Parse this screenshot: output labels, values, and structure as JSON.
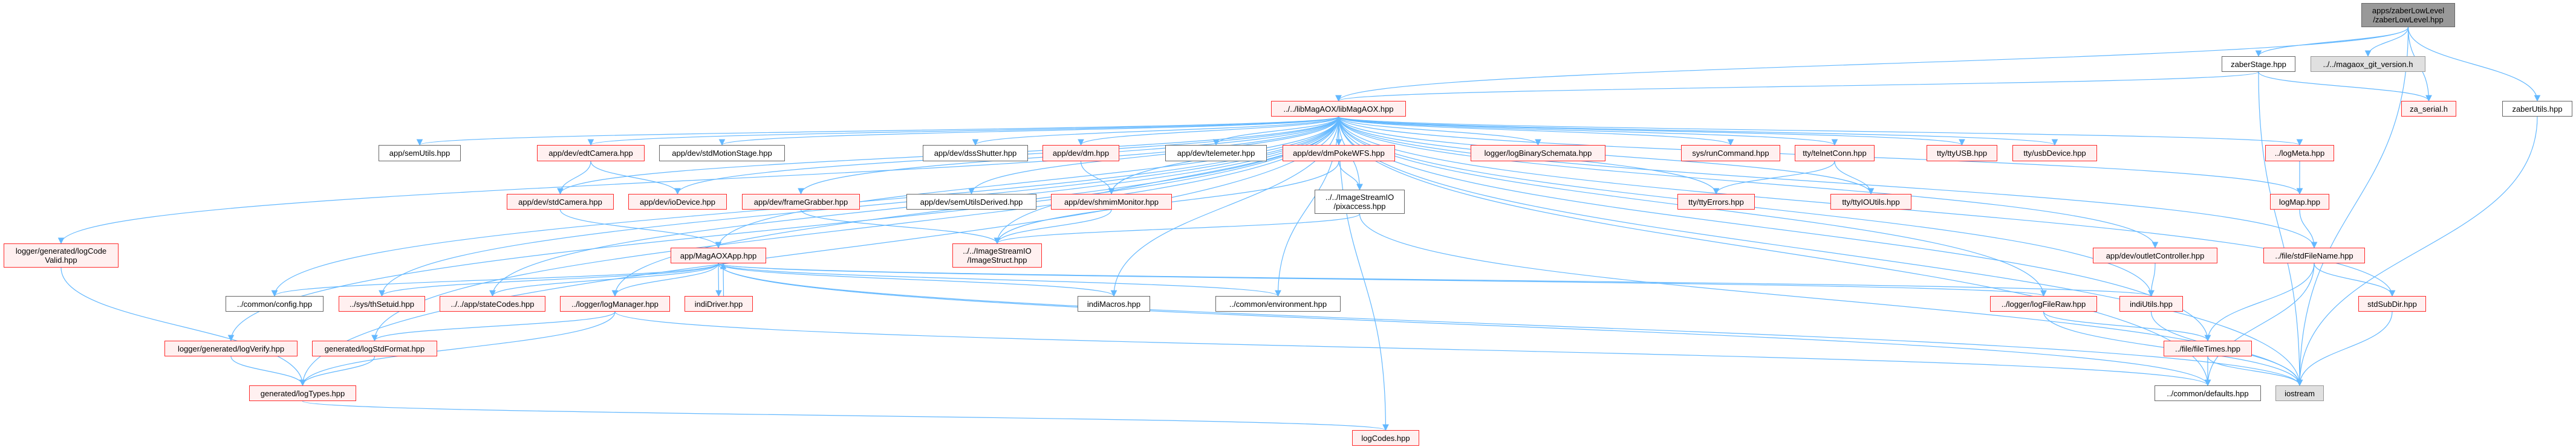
{
  "colors": {
    "edge": "#63b8ff",
    "red_border": "#ff2a2a",
    "red_fill": "#fff0f0",
    "root_fill": "#999999",
    "gray_fill": "#e0e0e0"
  },
  "nodes": [
    {
      "id": "zaberLowLevel",
      "label": "apps/zaberLowLevel\n/zaberLowLevel.hpp",
      "style": "root"
    },
    {
      "id": "zaberStage",
      "label": "zaberStage.hpp",
      "style": "white"
    },
    {
      "id": "gitVersion",
      "label": "../../magaox_git_version.h",
      "style": "gray"
    },
    {
      "id": "zaSerial",
      "label": "za_serial.h",
      "style": "red"
    },
    {
      "id": "zaberUtils",
      "label": "zaberUtils.hpp",
      "style": "white"
    },
    {
      "id": "libMagAOX",
      "label": "../../libMagAOX/libMagAOX.hpp",
      "style": "red"
    },
    {
      "id": "semUtils",
      "label": "app/semUtils.hpp",
      "style": "white"
    },
    {
      "id": "edtCamera",
      "label": "app/dev/edtCamera.hpp",
      "style": "red"
    },
    {
      "id": "stdMotionStage",
      "label": "app/dev/stdMotionStage.hpp",
      "style": "white"
    },
    {
      "id": "dssShutter",
      "label": "app/dev/dssShutter.hpp",
      "style": "white"
    },
    {
      "id": "dm",
      "label": "app/dev/dm.hpp",
      "style": "red"
    },
    {
      "id": "telemeter",
      "label": "app/dev/telemeter.hpp",
      "style": "white"
    },
    {
      "id": "dmPokeWFS",
      "label": "app/dev/dmPokeWFS.hpp",
      "style": "red"
    },
    {
      "id": "logBinarySchemata",
      "label": "logger/logBinarySchemata.hpp",
      "style": "red"
    },
    {
      "id": "runCommand",
      "label": "sys/runCommand.hpp",
      "style": "red"
    },
    {
      "id": "telnetConn",
      "label": "tty/telnetConn.hpp",
      "style": "red"
    },
    {
      "id": "ttyUSB",
      "label": "tty/ttyUSB.hpp",
      "style": "red"
    },
    {
      "id": "usbDevice",
      "label": "tty/usbDevice.hpp",
      "style": "red"
    },
    {
      "id": "logMeta",
      "label": "../logMeta.hpp",
      "style": "red"
    },
    {
      "id": "stdCamera",
      "label": "app/dev/stdCamera.hpp",
      "style": "red"
    },
    {
      "id": "ioDevice",
      "label": "app/dev/ioDevice.hpp",
      "style": "red"
    },
    {
      "id": "frameGrabber",
      "label": "app/dev/frameGrabber.hpp",
      "style": "red"
    },
    {
      "id": "semUtilsDerived",
      "label": "app/dev/semUtilsDerived.hpp",
      "style": "white"
    },
    {
      "id": "shmimMonitor",
      "label": "app/dev/shmimMonitor.hpp",
      "style": "red"
    },
    {
      "id": "pixaccess",
      "label": "../../ImageStreamIO\n/pixaccess.hpp",
      "style": "white"
    },
    {
      "id": "ttyErrors",
      "label": "tty/ttyErrors.hpp",
      "style": "red"
    },
    {
      "id": "ttyIOUtils",
      "label": "tty/ttyIOUtils.hpp",
      "style": "red"
    },
    {
      "id": "logMap",
      "label": "logMap.hpp",
      "style": "red"
    },
    {
      "id": "logCodeValid",
      "label": "logger/generated/logCode\nValid.hpp",
      "style": "red"
    },
    {
      "id": "MagAOXApp",
      "label": "app/MagAOXApp.hpp",
      "style": "red"
    },
    {
      "id": "ImageStruct",
      "label": "../../ImageStreamIO\n/ImageStruct.hpp",
      "style": "red"
    },
    {
      "id": "outletController",
      "label": "app/dev/outletController.hpp",
      "style": "red"
    },
    {
      "id": "stdFileName",
      "label": "../file/stdFileName.hpp",
      "style": "red"
    },
    {
      "id": "config",
      "label": "../common/config.hpp",
      "style": "white"
    },
    {
      "id": "thSetuid",
      "label": "../sys/thSetuid.hpp",
      "style": "red"
    },
    {
      "id": "stateCodes",
      "label": "../../app/stateCodes.hpp",
      "style": "red"
    },
    {
      "id": "logManager",
      "label": "../logger/logManager.hpp",
      "style": "red"
    },
    {
      "id": "indiDriver",
      "label": "indiDriver.hpp",
      "style": "red"
    },
    {
      "id": "indiMacros",
      "label": "indiMacros.hpp",
      "style": "white"
    },
    {
      "id": "environment",
      "label": "../common/environment.hpp",
      "style": "white"
    },
    {
      "id": "logFileRaw",
      "label": "../logger/logFileRaw.hpp",
      "style": "red"
    },
    {
      "id": "indiUtils",
      "label": "indiUtils.hpp",
      "style": "red"
    },
    {
      "id": "stdSubDir",
      "label": "stdSubDir.hpp",
      "style": "red"
    },
    {
      "id": "logVerify",
      "label": "logger/generated/logVerify.hpp",
      "style": "red"
    },
    {
      "id": "logStdFormat",
      "label": "generated/logStdFormat.hpp",
      "style": "red"
    },
    {
      "id": "fileTimes",
      "label": "../file/fileTimes.hpp",
      "style": "red"
    },
    {
      "id": "logTypes",
      "label": "generated/logTypes.hpp",
      "style": "red"
    },
    {
      "id": "defaults",
      "label": "../common/defaults.hpp",
      "style": "white"
    },
    {
      "id": "iostream",
      "label": "iostream",
      "style": "gray"
    },
    {
      "id": "logCodes",
      "label": "logCodes.hpp",
      "style": "red"
    }
  ],
  "edges": [
    [
      "zaberLowLevel",
      "libMagAOX"
    ],
    [
      "zaberLowLevel",
      "zaberStage"
    ],
    [
      "zaberLowLevel",
      "gitVersion"
    ],
    [
      "zaberLowLevel",
      "zaSerial"
    ],
    [
      "zaberLowLevel",
      "iostream"
    ],
    [
      "zaberLowLevel",
      "zaberUtils"
    ],
    [
      "zaberStage",
      "libMagAOX"
    ],
    [
      "zaberStage",
      "zaSerial"
    ],
    [
      "zaberStage",
      "iostream"
    ],
    [
      "zaberUtils",
      "iostream"
    ],
    [
      "libMagAOX",
      "logCodeValid"
    ],
    [
      "libMagAOX",
      "logVerify"
    ],
    [
      "libMagAOX",
      "logStdFormat"
    ],
    [
      "libMagAOX",
      "logTypes"
    ],
    [
      "libMagAOX",
      "config"
    ],
    [
      "libMagAOX",
      "thSetuid"
    ],
    [
      "libMagAOX",
      "stateCodes"
    ],
    [
      "libMagAOX",
      "logManager"
    ],
    [
      "libMagAOX",
      "semUtils"
    ],
    [
      "libMagAOX",
      "edtCamera"
    ],
    [
      "libMagAOX",
      "stdCamera"
    ],
    [
      "libMagAOX",
      "MagAOXApp"
    ],
    [
      "libMagAOX",
      "stdMotionStage"
    ],
    [
      "libMagAOX",
      "ioDevice"
    ],
    [
      "libMagAOX",
      "frameGrabber"
    ],
    [
      "libMagAOX",
      "ImageStruct"
    ],
    [
      "libMagAOX",
      "dssShutter"
    ],
    [
      "libMagAOX",
      "semUtilsDerived"
    ],
    [
      "libMagAOX",
      "dm"
    ],
    [
      "libMagAOX",
      "shmimMonitor"
    ],
    [
      "libMagAOX",
      "telemeter"
    ],
    [
      "libMagAOX",
      "dmPokeWFS"
    ],
    [
      "libMagAOX",
      "pixaccess"
    ],
    [
      "libMagAOX",
      "indiMacros"
    ],
    [
      "libMagAOX",
      "environment"
    ],
    [
      "libMagAOX",
      "logBinarySchemata"
    ],
    [
      "libMagAOX",
      "runCommand"
    ],
    [
      "libMagAOX",
      "telnetConn"
    ],
    [
      "libMagAOX",
      "ttyErrors"
    ],
    [
      "libMagAOX",
      "ttyIOUtils"
    ],
    [
      "libMagAOX",
      "ttyUSB"
    ],
    [
      "libMagAOX",
      "usbDevice"
    ],
    [
      "libMagAOX",
      "logFileRaw"
    ],
    [
      "libMagAOX",
      "indiUtils"
    ],
    [
      "libMagAOX",
      "outletController"
    ],
    [
      "libMagAOX",
      "fileTimes"
    ],
    [
      "libMagAOX",
      "logMeta"
    ],
    [
      "libMagAOX",
      "logMap"
    ],
    [
      "libMagAOX",
      "stdFileName"
    ],
    [
      "libMagAOX",
      "stdSubDir"
    ],
    [
      "libMagAOX",
      "defaults"
    ],
    [
      "libMagAOX",
      "iostream"
    ],
    [
      "libMagAOX",
      "logCodes"
    ],
    [
      "edtCamera",
      "stdCamera"
    ],
    [
      "edtCamera",
      "ioDevice"
    ],
    [
      "stdCamera",
      "MagAOXApp"
    ],
    [
      "frameGrabber",
      "ImageStruct"
    ],
    [
      "dm",
      "shmimMonitor"
    ],
    [
      "shmimMonitor",
      "ImageStruct"
    ],
    [
      "dmPokeWFS",
      "pixaccess"
    ],
    [
      "dmPokeWFS",
      "ImageStruct"
    ],
    [
      "pixaccess",
      "ImageStruct"
    ],
    [
      "pixaccess",
      "iostream"
    ],
    [
      "MagAOXApp",
      "config"
    ],
    [
      "MagAOXApp",
      "thSetuid"
    ],
    [
      "MagAOXApp",
      "stateCodes"
    ],
    [
      "MagAOXApp",
      "logManager"
    ],
    [
      "MagAOXApp",
      "indiDriver"
    ],
    [
      "MagAOXApp",
      "indiMacros"
    ],
    [
      "MagAOXApp",
      "environment"
    ],
    [
      "MagAOXApp",
      "logFileRaw"
    ],
    [
      "MagAOXApp",
      "indiUtils"
    ],
    [
      "MagAOXApp",
      "defaults"
    ],
    [
      "MagAOXApp",
      "iostream"
    ],
    [
      "indiDriver",
      "MagAOXApp"
    ],
    [
      "logManager",
      "logStdFormat"
    ],
    [
      "logManager",
      "logTypes"
    ],
    [
      "logManager",
      "defaults"
    ],
    [
      "logVerify",
      "logTypes"
    ],
    [
      "logStdFormat",
      "logTypes"
    ],
    [
      "logCodeValid",
      "logTypes"
    ],
    [
      "logTypes",
      "logCodes"
    ],
    [
      "telnetConn",
      "ttyErrors"
    ],
    [
      "telnetConn",
      "ttyIOUtils"
    ],
    [
      "logMeta",
      "logMap"
    ],
    [
      "logMap",
      "stdFileName"
    ],
    [
      "outletController",
      "indiUtils"
    ],
    [
      "stdFileName",
      "fileTimes"
    ],
    [
      "stdFileName",
      "defaults"
    ],
    [
      "stdFileName",
      "stdSubDir"
    ],
    [
      "logFileRaw",
      "fileTimes"
    ],
    [
      "logFileRaw",
      "iostream"
    ],
    [
      "fileTimes",
      "defaults"
    ],
    [
      "fileTimes",
      "iostream"
    ],
    [
      "indiUtils",
      "iostream"
    ],
    [
      "stdSubDir",
      "iostream"
    ]
  ]
}
